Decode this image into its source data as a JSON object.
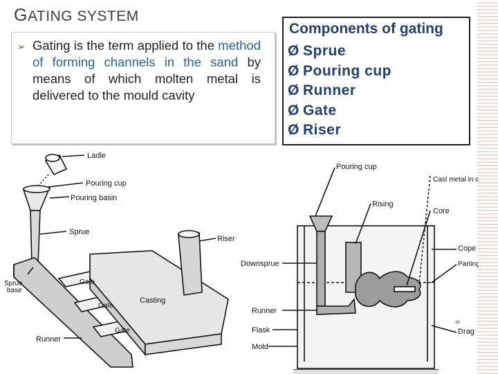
{
  "slide": {
    "title_first": "G",
    "title_rest": "ATING SYSTEM",
    "bullet_arrow": "➢",
    "bullet_parts": {
      "p1": "Gating is the term applied to the ",
      "p2": "method of forming channels in the sand",
      "p3": " by means of which molten metal is delivered to the mould cavity"
    },
    "components": {
      "title": "Components of gating",
      "arrow": "Ø",
      "items": [
        "Sprue",
        "Pouring cup",
        "Runner",
        "Gate",
        "Riser"
      ]
    },
    "page_number": "6"
  },
  "left_diagram": {
    "labels": {
      "ladle": "Ladle",
      "pouring_cup": "Pouring cup",
      "pouring_basin": "Pouring basin",
      "sprue": "Sprue",
      "riser": "Riser",
      "gate1": "Gate",
      "gate2": "Gate",
      "gate3": "Gate",
      "casting": "Casting",
      "sprue_base_1": "Sprue",
      "sprue_base_2": "base",
      "runner": "Runner"
    }
  },
  "right_diagram": {
    "labels": {
      "pouring_cup": "Pouring cup",
      "cast_metal": "Cast metal in cavity",
      "rising": "Rising",
      "core": "Core",
      "cope": "Cope",
      "parting_line": "Parting line",
      "downsprue": "Downsprue",
      "runner": "Runner",
      "drag": "Drag",
      "flask": "Flask",
      "mold": "Mold"
    }
  },
  "colors": {
    "title": "#3b3b3b",
    "highlight": "#1f63a8",
    "components_text": "#1f3f78",
    "arrow_bullet": "#7a6a1e"
  }
}
